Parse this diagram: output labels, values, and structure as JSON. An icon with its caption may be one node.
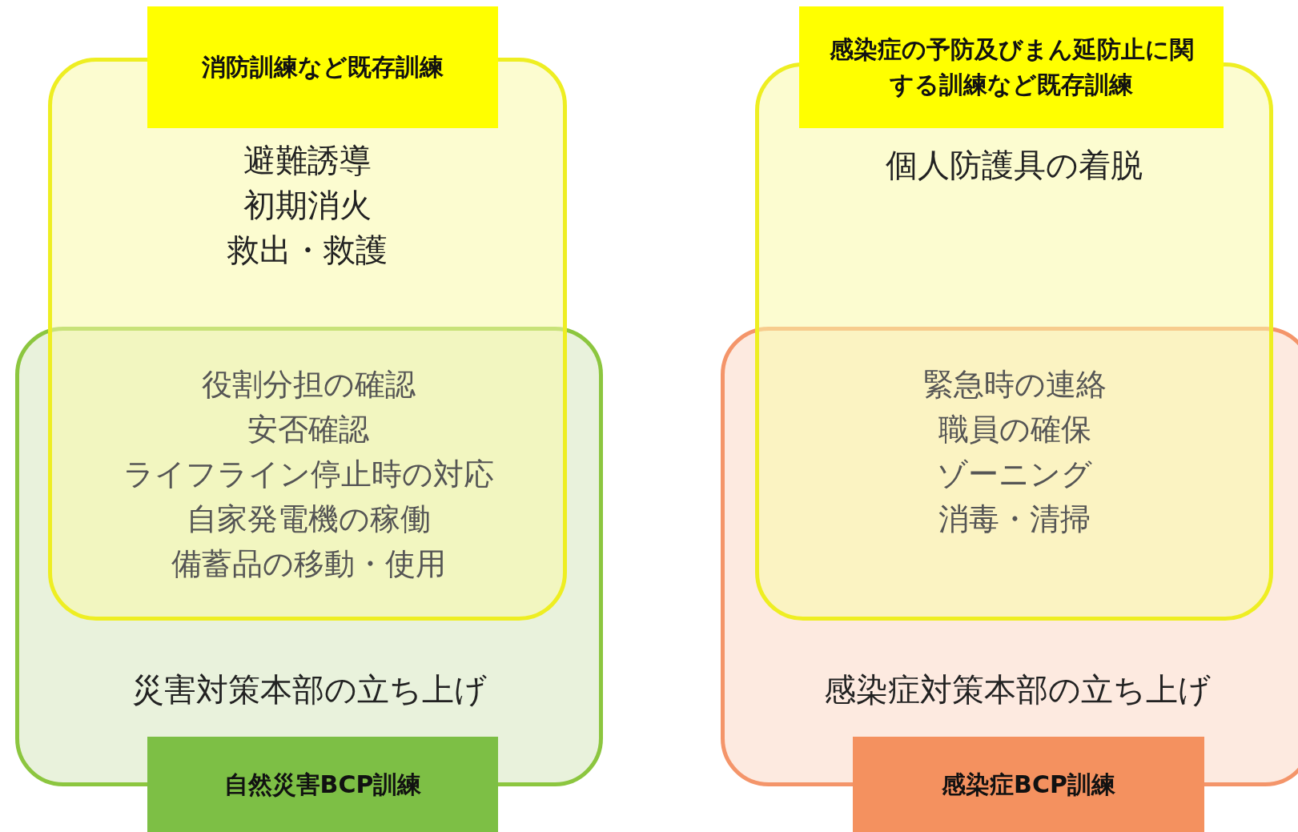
{
  "diagram": {
    "nodes": [
      {
        "text": [
          "消防訓練など既存訓練"
        ]
      },
      {
        "text": [
          "避難誘導",
          "初期消火",
          "救出・救護"
        ]
      },
      {
        "text": [
          "災害対策本部の立ち上げ"
        ]
      },
      {
        "text": [
          "自然災害BCP訓練"
        ]
      },
      {
        "text": [
          "感染症の予防及びまん延防止に関する訓練など既存訓練"
        ]
      },
      {
        "text": [
          "個人防護具の着脱"
        ]
      },
      {
        "text": [
          "感染症対策本部の立ち上げ"
        ]
      },
      {
        "text": [
          "感染症BCP訓練"
        ]
      }
    ],
    "labels": [
      "役割分担の確認",
      "安否確認",
      "ライフライン停止時の対応",
      "自家発電機の稼働",
      "備蓄品の移動・使用",
      "緊急時の連絡",
      "職員の確保",
      "ゾーニング",
      "消毒・清掃"
    ]
  }
}
